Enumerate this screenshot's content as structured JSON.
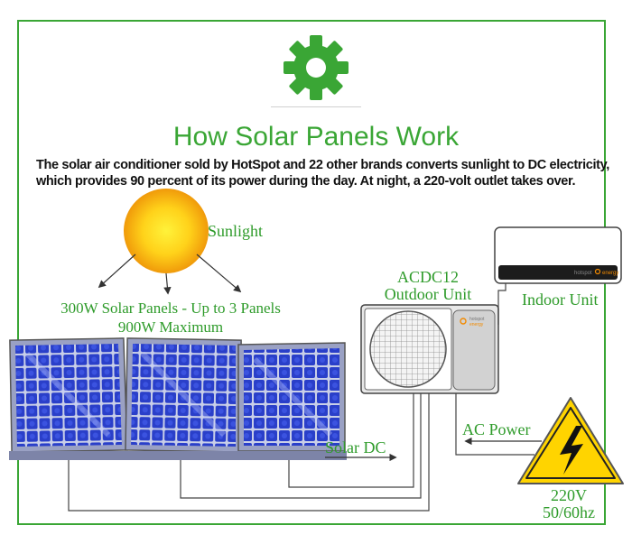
{
  "title": "How Solar Panels Work",
  "subtitle": "The solar air conditioner sold by HotSpot and 22 other brands converts sunlight to DC electricity, which provides 90 percent of its power during the day. At night, a 220-volt outlet takes over.",
  "labels": {
    "sunlight": "Sunlight",
    "panels_line1": "300W Solar Panels - Up to 3 Panels",
    "panels_line2": "900W Maximum",
    "outdoor_line1": "ACDC12",
    "outdoor_line2": "Outdoor Unit",
    "indoor": "Indoor Unit",
    "solar_dc": "Solar DC",
    "ac_power": "AC Power",
    "voltage": "220V",
    "frequency": "50/60hz"
  },
  "brand": {
    "line1": "hotspot",
    "line2": "energy"
  },
  "colors": {
    "accent_green": "#3aa635",
    "panel_blue": "#2a3fc9",
    "sun_core": "#ffd21a",
    "sun_edge": "#f09a0a",
    "warning_yellow": "#ffd400"
  },
  "icons": {
    "header": "gear-icon",
    "hazard": "high-voltage-icon"
  }
}
